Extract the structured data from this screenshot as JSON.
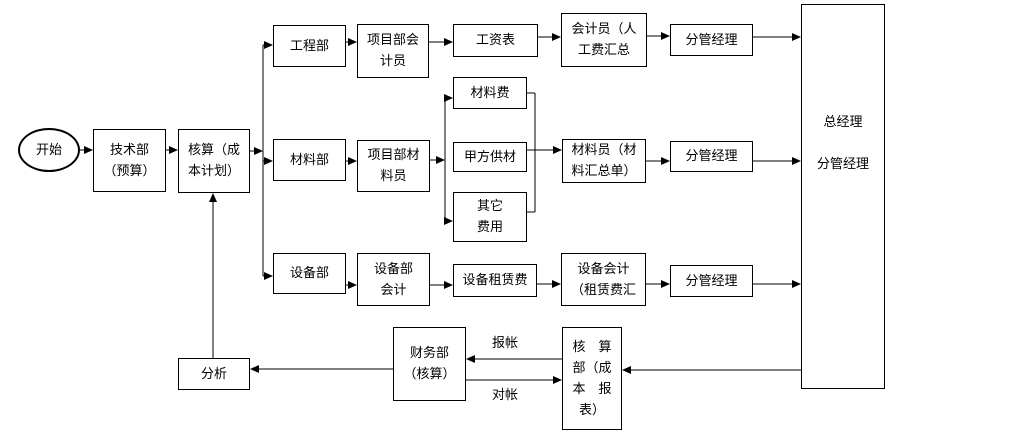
{
  "diagram_type": "flowchart",
  "colors": {
    "line": "#000000",
    "background": "#ffffff",
    "text": "#000000"
  },
  "nodes": {
    "start": {
      "label": "开始"
    },
    "tech_dept": {
      "label": "技术部\n（预算）"
    },
    "cost_plan": {
      "label": "核算（成\n本计划）"
    },
    "eng_dept": {
      "label": "工程部"
    },
    "proj_accountant": {
      "label": "项目部会\n计员"
    },
    "salary_sheet": {
      "label": "工资表"
    },
    "labor_summary": {
      "label": "会计员（人\n工费汇总"
    },
    "manager1": {
      "label": "分管经理"
    },
    "material_dept": {
      "label": "材料部"
    },
    "proj_material": {
      "label": "项目部材\n料员"
    },
    "material_fee": {
      "label": "材料费"
    },
    "party_a_supply": {
      "label": "甲方供材"
    },
    "other_fee": {
      "label": "其它\n费用"
    },
    "material_clerk": {
      "label": "材料员（材\n料汇总单）"
    },
    "manager2": {
      "label": "分管经理"
    },
    "equip_dept": {
      "label": "设备部"
    },
    "equip_accountant": {
      "label": "设备部\n会计"
    },
    "rental_fee": {
      "label": "设备租赁费"
    },
    "equip_summary": {
      "label": "设备会计\n（租赁费汇"
    },
    "manager3": {
      "label": "分管经理"
    },
    "general_manager": {
      "label": "总经理\n\n分管经理"
    },
    "analysis": {
      "label": "分析"
    },
    "finance_dept": {
      "label": "财务部\n（核算）"
    },
    "cost_report": {
      "label": "核　算\n部（成\n本　报\n表）"
    }
  },
  "edge_labels": {
    "report_accounts": "报帐",
    "reconcile_accounts": "对帐"
  }
}
